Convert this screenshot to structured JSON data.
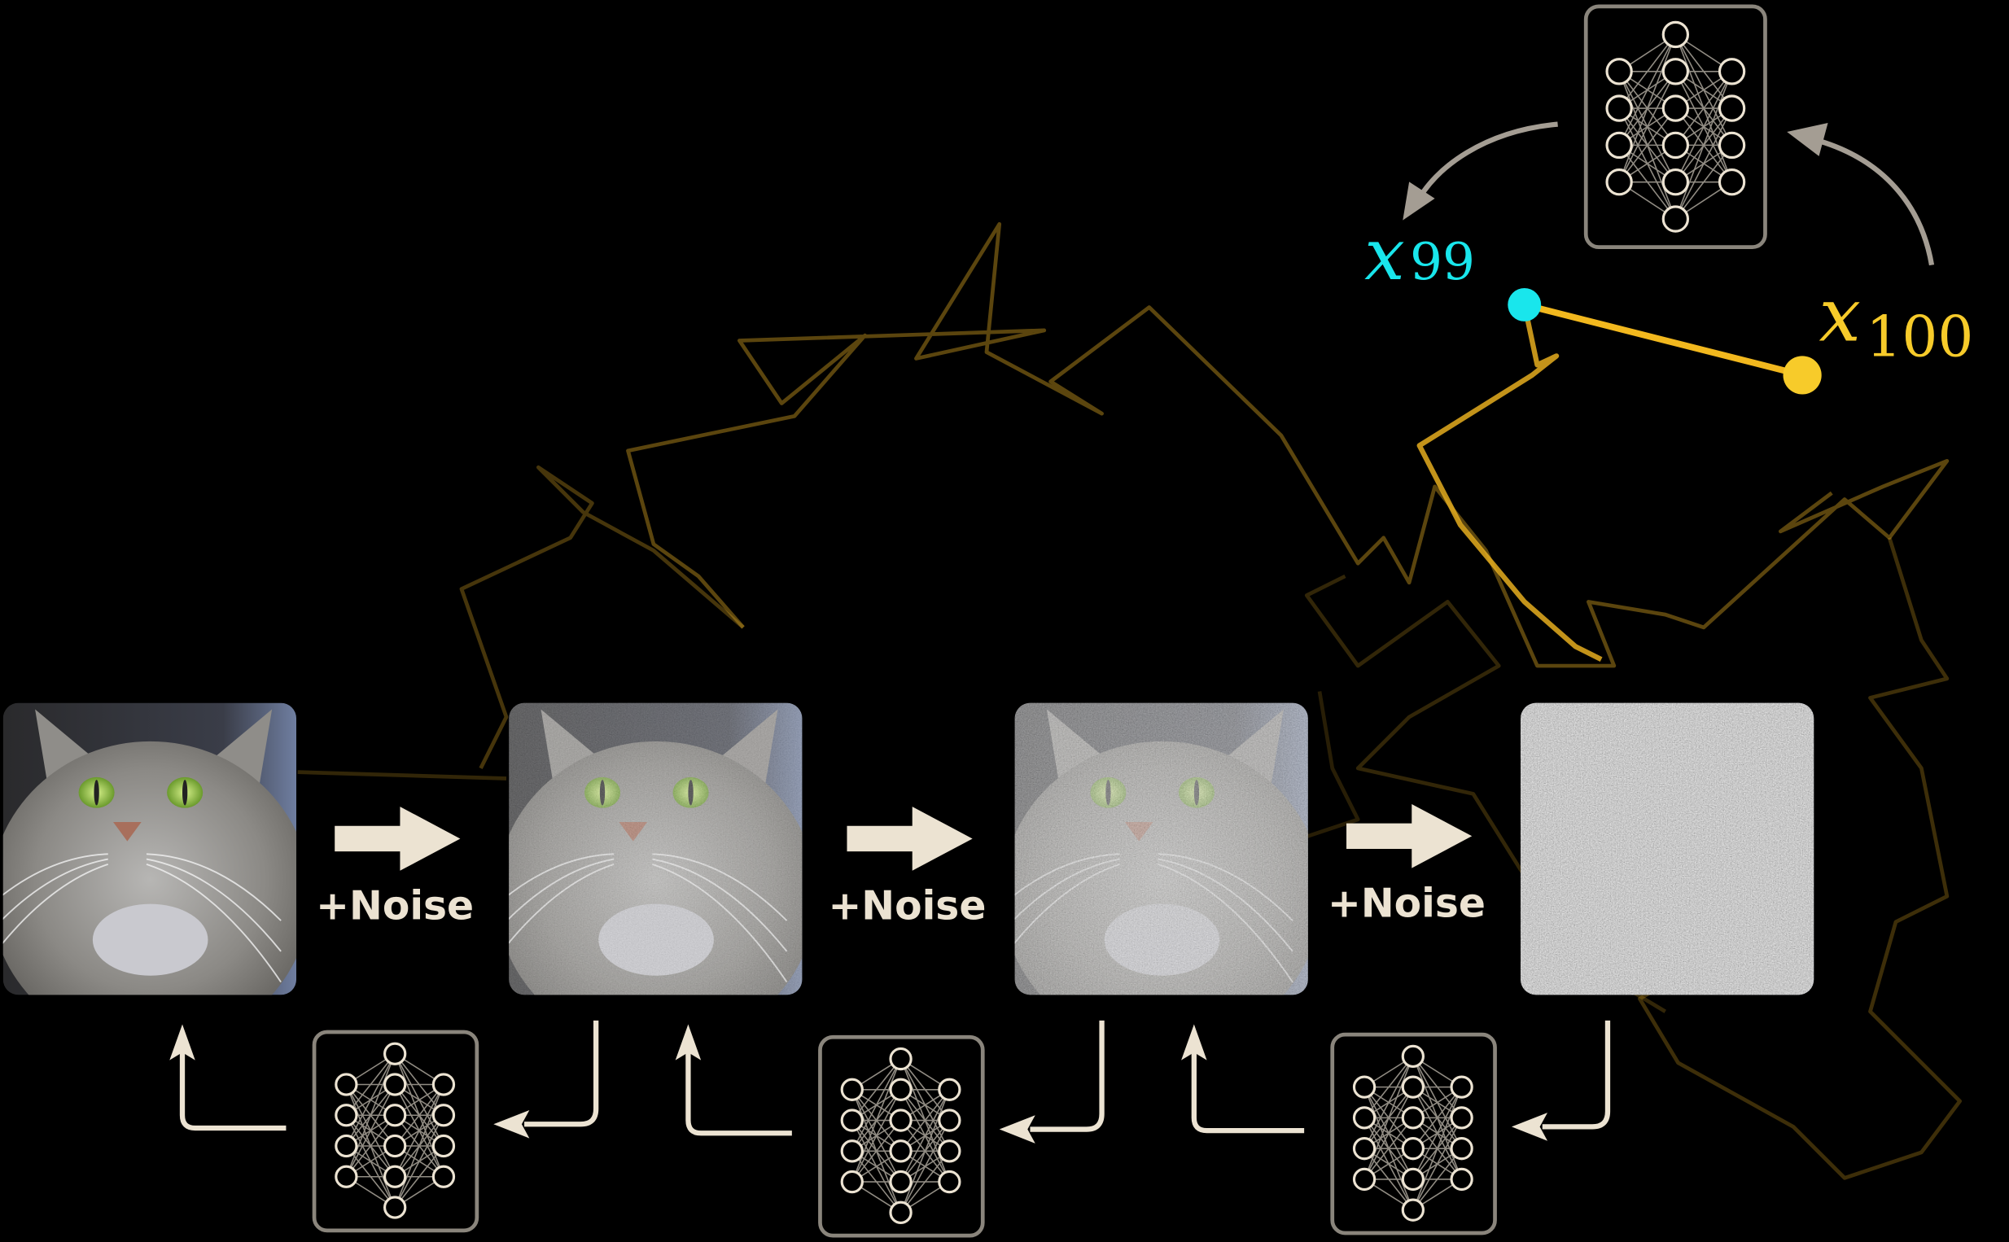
{
  "diagram": {
    "forward_steps": [
      {
        "label": "+Noise"
      },
      {
        "label": "+Noise"
      },
      {
        "label": "+Noise"
      }
    ],
    "images": [
      {
        "name": "clean-cat",
        "noise_level": 0.0
      },
      {
        "name": "slightly-noisy-cat",
        "noise_level": 0.35
      },
      {
        "name": "noisy-cat",
        "noise_level": 0.6
      },
      {
        "name": "pure-noise",
        "noise_level": 1.0
      }
    ],
    "denoise_networks": 3,
    "top_network": {
      "icon": "neural-network-icon"
    },
    "points": {
      "x99": {
        "symbol": "x",
        "subscript": "99",
        "color": "#19e6ec"
      },
      "x100": {
        "symbol": "x",
        "subscript": "100",
        "color": "#f7cb2a"
      }
    },
    "colors": {
      "arrow": "#ece3d2",
      "curve_arrow": "#a49d93",
      "walk": "#c9981f",
      "network_frame": "#8a857c"
    }
  }
}
